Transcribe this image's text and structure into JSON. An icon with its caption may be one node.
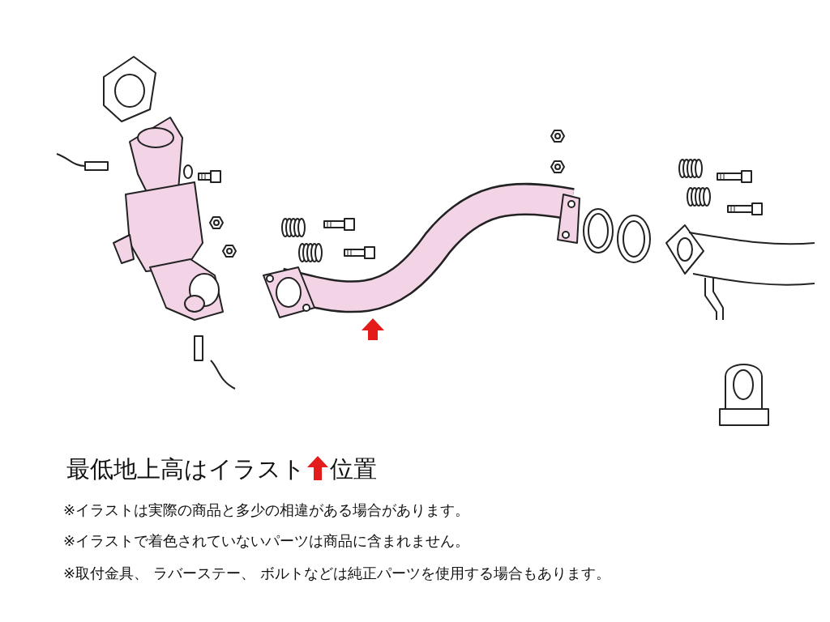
{
  "diagram": {
    "labels": [
      "最低地上高はイラスト",
      "位置",
      "※イラストは実際の商品と多少の相違がある場合があります。",
      "※イラストで着色されていないパーツは商品に含まれません。",
      "※取付金具、 ラバーステー、 ボルトなどは純正パーツを使用する場合もあります。"
    ]
  }
}
